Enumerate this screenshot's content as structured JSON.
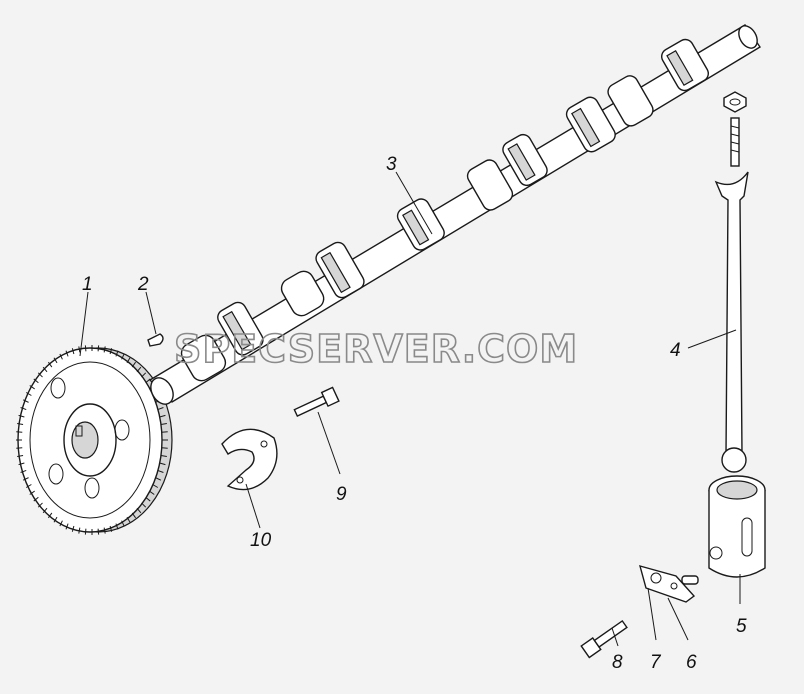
{
  "watermark": "SPECSERVER.COM",
  "callouts": {
    "c1": "1",
    "c2": "2",
    "c3": "3",
    "c4": "4",
    "c5": "5",
    "c6": "6",
    "c7": "7",
    "c8": "8",
    "c9": "9",
    "c10": "10"
  }
}
